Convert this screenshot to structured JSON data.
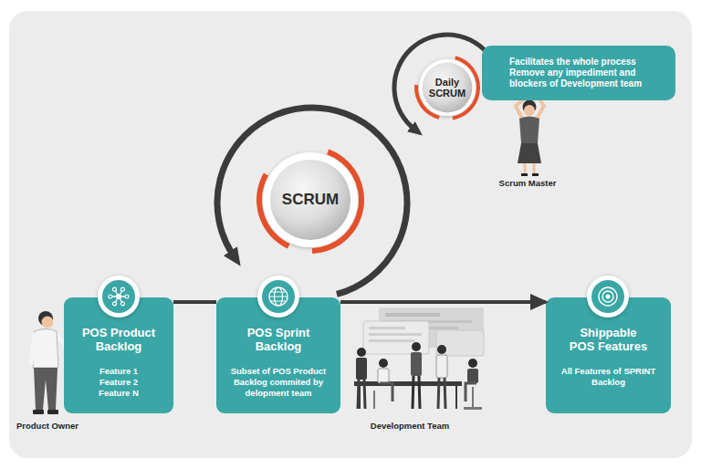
{
  "diagram": {
    "nodes": [
      {
        "text": [
          "Daily SCRUM"
        ]
      },
      {
        "text": [
          "Facilitates the whole process Remove any impediment and blockers of Development team"
        ]
      },
      {
        "text": [
          "SCRUM"
        ]
      },
      {
        "text": [
          "POS Product Backlog",
          "Feature 1 Feature 2 Feature N"
        ]
      },
      {
        "text": [
          "POS Sprint Backlog",
          "Subset of POS Product Backlog commited by delopment team"
        ]
      },
      {
        "text": [
          "Shippable POS Features",
          "All Features of SPRINT Backlog"
        ]
      }
    ],
    "edges": [
      {
        "from": 3,
        "to": 4,
        "arrow": "none"
      },
      {
        "from": 4,
        "to": 5,
        "arrow": "to"
      }
    ],
    "labels": [
      "Scrum Master",
      "Product Owner",
      "Development Team"
    ]
  }
}
